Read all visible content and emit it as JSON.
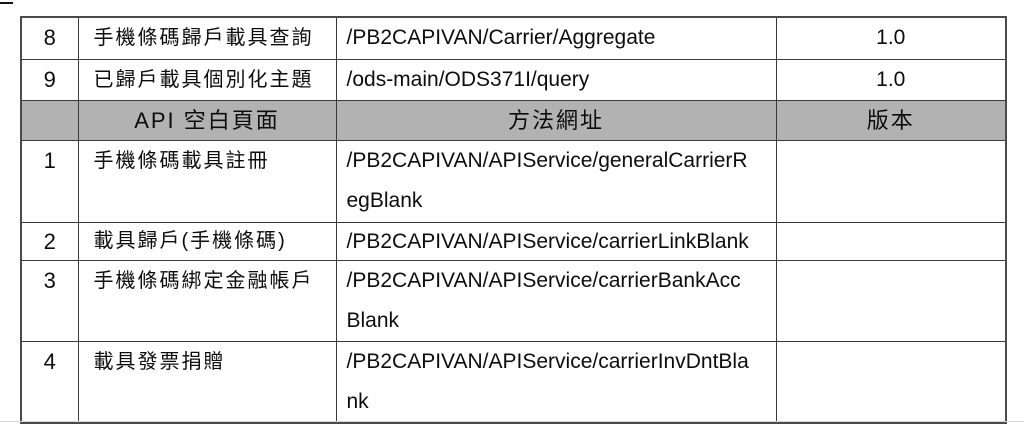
{
  "page": {
    "colors": {
      "header_bg": "#b2b2b2",
      "border": "#3a3a3a",
      "text": "#0d0d0d",
      "faint_rule": "#d7d7d7"
    }
  },
  "table": {
    "header": {
      "num": "",
      "name": "API 空白頁面",
      "url": "方法網址",
      "version": "版本"
    },
    "top_rows": [
      {
        "num": "8",
        "name": "手機條碼歸戶載具查詢",
        "url_lines": [
          "/PB2CAPIVAN/Carrier/Aggregate"
        ],
        "version": "1.0"
      },
      {
        "num": "9",
        "name": "已歸戶載具個別化主題",
        "url_lines": [
          "/ods-main/ODS371I/query"
        ],
        "version": "1.0"
      }
    ],
    "blank_rows": [
      {
        "num": "1",
        "name": "手機條碼載具註冊",
        "url_lines": [
          "/PB2CAPIVAN/APIService/generalCarrierR",
          "egBlank"
        ],
        "version": ""
      },
      {
        "num": "2",
        "name": "載具歸戶(手機條碼)",
        "url_lines": [
          "/PB2CAPIVAN/APIService/carrierLinkBlank"
        ],
        "version": ""
      },
      {
        "num": "3",
        "name": "手機條碼綁定金融帳戶",
        "url_lines": [
          "/PB2CAPIVAN/APIService/carrierBankAcc",
          "Blank"
        ],
        "version": ""
      },
      {
        "num": "4",
        "name": "載具發票捐贈",
        "url_lines": [
          "/PB2CAPIVAN/APIService/carrierInvDntBla",
          "nk"
        ],
        "version": ""
      }
    ]
  }
}
